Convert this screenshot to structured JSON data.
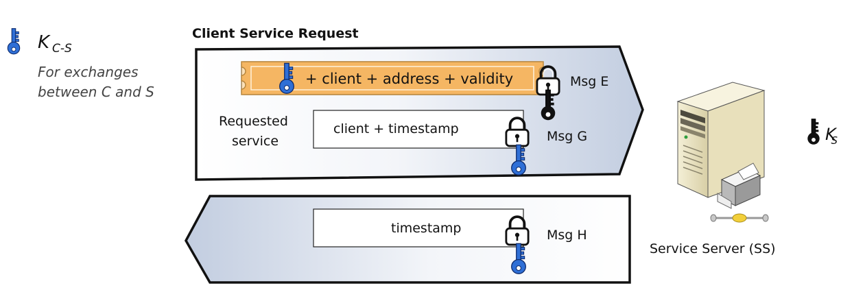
{
  "legend": {
    "session_key_label": "K",
    "session_key_sub": "C-S",
    "session_key_note_line1": "For exchanges",
    "session_key_note_line2": "between C and S",
    "server_key_label": "K",
    "server_key_sub": "S"
  },
  "title": "Client Service Request",
  "request": {
    "ticket_text": "+ client + address + validity",
    "msg_e": "Msg E",
    "requested_service_line1": "Requested",
    "requested_service_line2": "service",
    "authenticator_text": "client + timestamp",
    "msg_g": "Msg G"
  },
  "response": {
    "timestamp_text": "timestamp",
    "msg_h": "Msg H"
  },
  "server": {
    "label": "Service Server (SS)"
  },
  "colors": {
    "session_key": "#2f6fd6",
    "server_key": "#111111",
    "ticket_fill": "#f5b663",
    "arrow_fill_light": "#ffffff",
    "arrow_fill_dark": "#c7d1e2"
  },
  "icons": [
    "blue-key-icon",
    "black-key-icon",
    "padlock-icon",
    "server-icon"
  ]
}
